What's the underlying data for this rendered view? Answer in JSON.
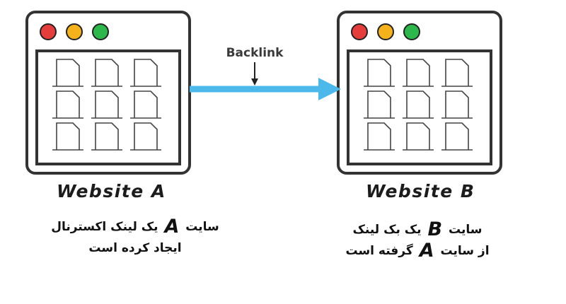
{
  "backlink_label": "Backlink",
  "websites": [
    {
      "title": "Website A",
      "caption_lines": [
        [
          "سایت ",
          "A",
          " یک لینک اکسترنال"
        ],
        [
          "ایجاد کرده است"
        ]
      ]
    },
    {
      "title": "Website B",
      "caption_lines": [
        [
          "سایت ",
          "B",
          " یک بک لینک"
        ],
        [
          "از سایت ",
          "A",
          " گرفته است"
        ]
      ]
    }
  ],
  "colors": {
    "arrow": "#4db8ea",
    "outline": "#333333",
    "dot_red": "#e53c3c",
    "dot_yellow": "#f6b21b",
    "dot_green": "#2db84b"
  }
}
